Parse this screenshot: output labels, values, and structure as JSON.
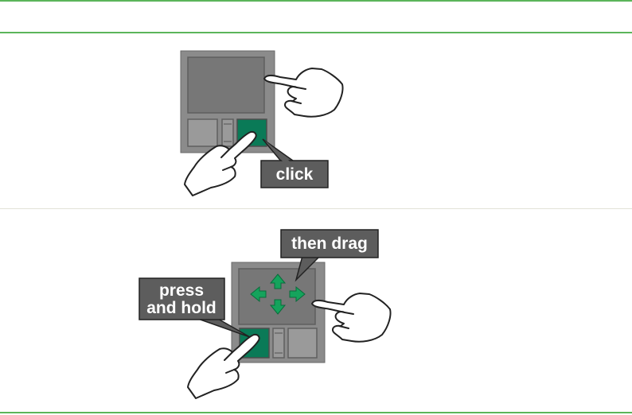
{
  "figure": {
    "panel_click": {
      "callout_label": "click"
    },
    "panel_drag": {
      "callout_drag_label": "then drag",
      "callout_hold_line1": "press",
      "callout_hold_line2": "and hold"
    }
  },
  "colors": {
    "rule_green": "#5bb55a",
    "pad_outer": "#8b8b8b",
    "pad_surface": "#777777",
    "button_highlight": "#0a7a57",
    "callout_bg": "#5d5d5d",
    "arrow_green": "#15a35c"
  },
  "icons": [
    "touchpad-icon",
    "hand-pointer-icon",
    "arrow-up-icon",
    "arrow-down-icon",
    "arrow-left-icon",
    "arrow-right-icon"
  ]
}
